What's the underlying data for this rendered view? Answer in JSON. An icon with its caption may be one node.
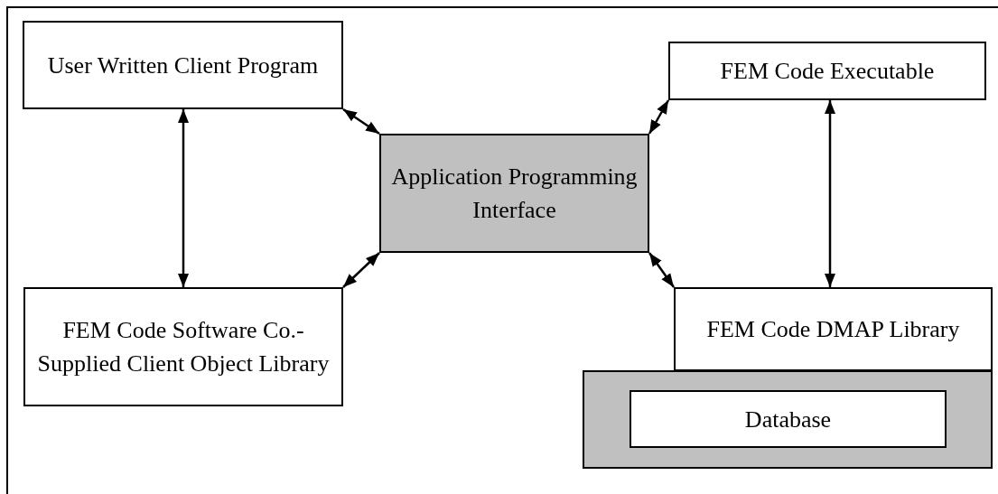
{
  "diagram": {
    "nodes": [
      {
        "text": [
          "User Written Client Program"
        ]
      },
      {
        "text": [
          "FEM Code Software Co.-Supplied Client Object Library"
        ]
      },
      {
        "text": [
          "Application Programming Interface"
        ]
      },
      {
        "text": [
          "FEM Code Executable"
        ]
      },
      {
        "text": [
          "FEM Code DMAP Library"
        ]
      },
      {
        "text": [],
        "shape": "box"
      },
      {
        "text": [
          "Database"
        ],
        "in": 5
      }
    ],
    "edges": [
      {
        "from": 0,
        "to": 1,
        "arrow": "both"
      },
      {
        "from": 0,
        "to": 2,
        "arrow": "both"
      },
      {
        "from": 1,
        "to": 2,
        "arrow": "both"
      },
      {
        "from": 3,
        "to": 2,
        "arrow": "both"
      },
      {
        "from": 2,
        "to": 4,
        "arrow": "both"
      },
      {
        "from": 3,
        "to": 4,
        "arrow": "both"
      }
    ]
  }
}
